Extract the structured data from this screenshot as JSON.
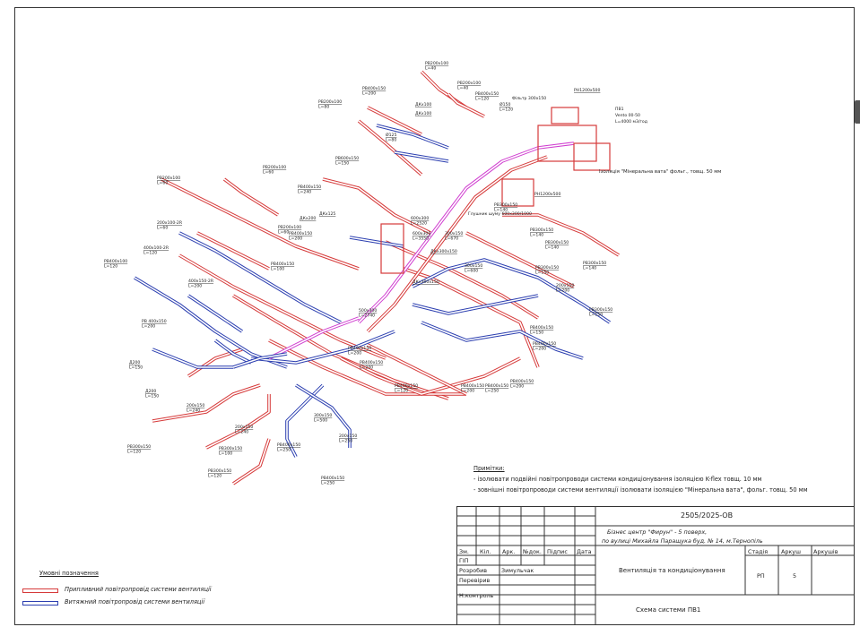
{
  "colors": {
    "supply": "#d63a3a",
    "exhaust": "#2c3fb0",
    "magenta": "#d03fd0",
    "line": "#333333"
  },
  "notes": {
    "title": "Примітки:",
    "items": [
      "- ізолювати подвійні повітропроводи системи кондиціонування ізоляцією K-flex товщ. 10 мм",
      "- зовнішні повітропроводи системи вентиляції ізолювати ізоляцією \"Мінеральна вата\", фольг. товщ. 50 мм"
    ]
  },
  "legend": {
    "title": "Умовні позначення",
    "supply": "Припливний повітропровід системи вентиляції",
    "exhaust": "Витяжний повітропровід системи вентиляції"
  },
  "stamp": {
    "code": "2505/2025-ОВ",
    "object_line1": "Бізнес центр \"Фирун\" - 5 поверх,",
    "object_line2": "по вулиці Михайла Паращука буд. № 14,  м.Тернопіль",
    "headers": [
      "Зм.",
      "Кіл.",
      "Арк.",
      "№док.",
      "Підпис",
      "Дата"
    ],
    "roles": [
      "ГІП",
      "Розробив",
      "Перевірив",
      "Н.контроль"
    ],
    "developer": "Зимульчак",
    "section": "Вентиляція та кондиціонування",
    "stage_label": "Стадія",
    "sheet_label": "Аркуш",
    "sheets_label": "Аркушів",
    "stage": "РП",
    "sheet": "5",
    "sheets": "",
    "drawing": "Схема системи ПВ1"
  },
  "equipment": {
    "unit": [
      "ПВ1",
      "Vento 00-50",
      "L=4000 м3/год"
    ],
    "filter": "Фільтр 300х150",
    "insulation": "Ізоляція \"Мінеральна вата\" фольг., товщ. 50 мм",
    "silencer": "Глушник шуму 600х300/1000"
  },
  "labels": [
    [
      "РВ200х100",
      "L=40"
    ],
    [
      "РВ200х100",
      "L=40"
    ],
    [
      "РВ400х150",
      "L=200"
    ],
    [
      "РВ200х100",
      "L=80"
    ],
    [
      "РВ400х150",
      "L=120"
    ],
    [
      "РВ200х100",
      "L=60"
    ],
    [
      "РВ200х100",
      "L=60"
    ],
    [
      "РВ600х150",
      "L=150"
    ],
    [
      "РВ400х150",
      "L=240"
    ],
    [
      "РВ200х100",
      "L=60"
    ],
    [
      "200х100-2R",
      "L=60"
    ],
    [
      "400х100-2R",
      "L=120"
    ],
    [
      "РВ400х100",
      "L=120"
    ],
    [
      "400х150-2R",
      "L=200"
    ],
    [
      "РВ400х150",
      "L=100"
    ],
    [
      "РВ400х150",
      "L=200"
    ],
    [
      "РВ 400х150",
      "L=200"
    ],
    [
      "Д200",
      "L=150"
    ],
    [
      "Д200",
      "L=150"
    ],
    [
      "РВ300х150",
      "L=120"
    ],
    [
      "РВ300х150",
      "L=100"
    ],
    [
      "РВ300х150",
      "L=120"
    ],
    [
      "РВ400х150",
      "L=250"
    ],
    [
      "РВ400х150",
      "L=250"
    ],
    [
      "РВ300х150",
      "L=140"
    ],
    [
      "РВ300х150",
      "L=140"
    ],
    [
      "РВ300х150",
      "L=140"
    ],
    [
      "РВ300х150",
      "L=140"
    ],
    [
      "РВ300х150",
      "L=150"
    ],
    [
      "РВ300х150",
      "L=150"
    ],
    [
      "РВ400х150",
      "L=150"
    ],
    [
      "РВ400х150",
      "L=200"
    ],
    [
      "РВ400х150",
      "L=250"
    ],
    [
      "РВ400х150",
      "L=200"
    ],
    [
      "РВ400х150",
      "L=120"
    ],
    [
      "РВ400х150",
      "L=200"
    ],
    [
      "РВ400х150",
      "L=200"
    ],
    [
      "РВ400х150",
      "L=200"
    ],
    [
      "РН1200х500",
      ""
    ],
    [
      "РН1200х500",
      ""
    ],
    [
      "600х300",
      "L=2520"
    ],
    [
      "600х300",
      "L=3550"
    ],
    [
      "300х150",
      "L=670"
    ],
    [
      "500х300",
      "L=2740"
    ],
    [
      "300х150",
      "L=600"
    ],
    [
      "200х150",
      "L=200"
    ],
    [
      "200х150",
      "L=240"
    ],
    [
      "300х150",
      "L=500"
    ],
    [
      "200х150",
      "L=250"
    ],
    [
      "200х150",
      "L=240"
    ],
    [
      "ДКх300х150",
      ""
    ],
    [
      "ДКх300х150",
      ""
    ],
    [
      "ДКх200",
      ""
    ],
    [
      "ДКх125",
      ""
    ],
    [
      "ДКх100",
      ""
    ],
    [
      "ДКх100",
      ""
    ],
    [
      "Ø150",
      "L=120"
    ],
    [
      "Ø125",
      "L=80"
    ]
  ]
}
